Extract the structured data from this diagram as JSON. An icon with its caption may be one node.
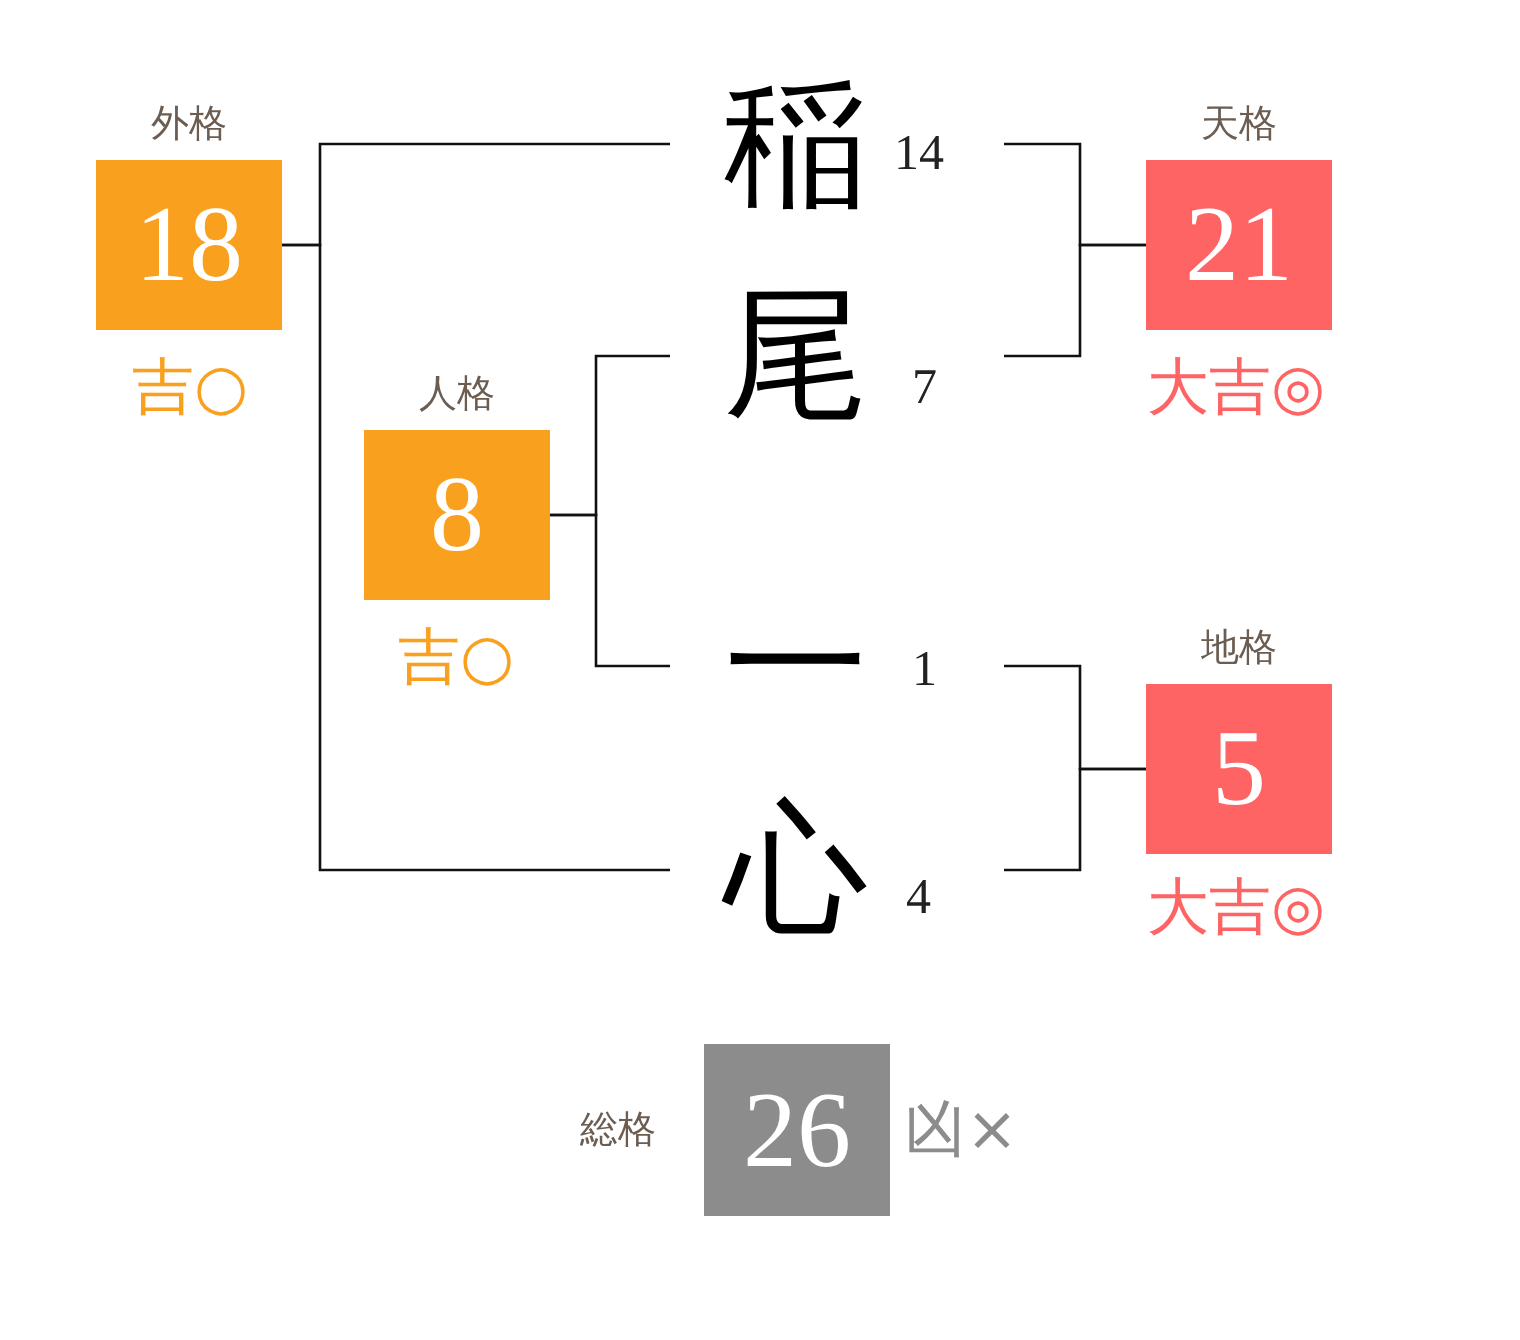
{
  "diagram": {
    "nodes": [
      {
        "text": [
          "外格",
          "18"
        ],
        "beside": [
          "吉○"
        ]
      },
      {
        "text": [
          "稲"
        ],
        "beside": [
          "14"
        ]
      },
      {
        "text": [
          "天格",
          "21"
        ],
        "beside": [
          "大吉◎"
        ]
      },
      {
        "text": [
          "尾"
        ],
        "beside": [
          "7"
        ]
      },
      {
        "text": [
          "人格",
          "8"
        ],
        "beside": [
          "吉○"
        ]
      },
      {
        "text": [
          "一"
        ],
        "beside": [
          "1"
        ]
      },
      {
        "text": [
          "地格",
          "5"
        ],
        "beside": [
          "大吉◎"
        ]
      },
      {
        "text": [
          "心"
        ],
        "beside": [
          "4"
        ]
      },
      {
        "text": [
          "総格",
          "26"
        ],
        "beside": [
          "凶×"
        ]
      }
    ],
    "edges": [
      {
        "from": 0,
        "to": 1,
        "arrow": "none"
      },
      {
        "from": 0,
        "to": 7,
        "arrow": "none"
      },
      {
        "from": 4,
        "to": 3,
        "arrow": "none"
      },
      {
        "from": 4,
        "to": 5,
        "arrow": "none"
      },
      {
        "from": 2,
        "to": 1,
        "arrow": "none"
      },
      {
        "from": 2,
        "to": 3,
        "arrow": "none"
      },
      {
        "from": 6,
        "to": 5,
        "arrow": "none"
      },
      {
        "from": 6,
        "to": 7,
        "arrow": "none"
      }
    ]
  }
}
